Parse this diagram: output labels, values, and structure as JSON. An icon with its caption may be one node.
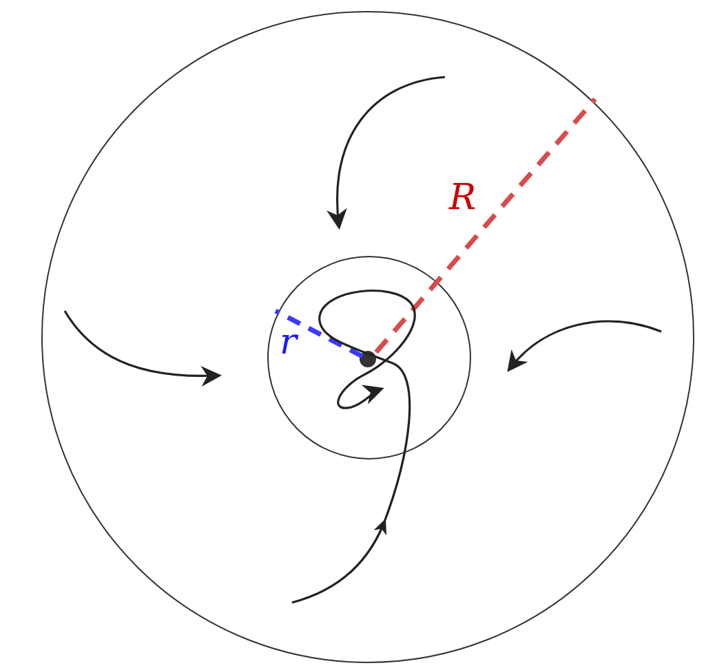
{
  "diagram": {
    "nodes": [
      {
        "text": [],
        "shape": "circle"
      },
      {
        "text": [],
        "shape": "circle",
        "in": 0
      },
      {
        "text": [],
        "shape": "circle",
        "in": 1
      }
    ],
    "labels": [
      "R",
      "r"
    ]
  }
}
